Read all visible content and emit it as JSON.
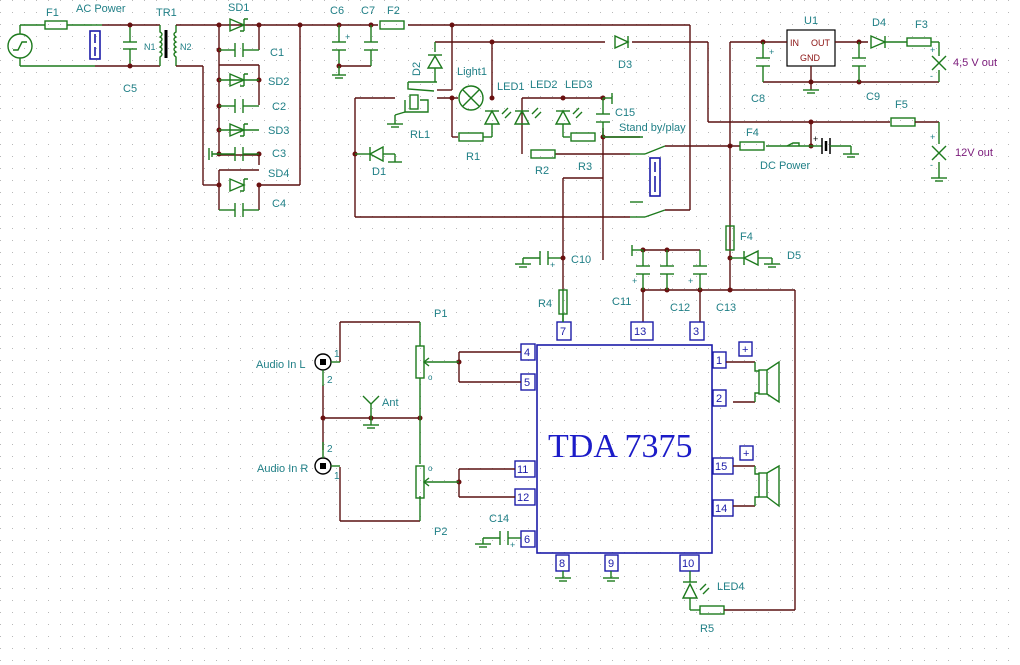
{
  "diagram": {
    "title": "TDA 7375 amplifier schematic",
    "chip_label": "TDA 7375",
    "colors": {
      "wire": "#5a1010",
      "component": "#1d7a1d",
      "label": "#1f7f86",
      "output_label": "#7a1a7a",
      "chip": "#1c1ca8"
    },
    "labels": {
      "F1": "F1",
      "AC_Power": "AC Power",
      "TR1": "TR1",
      "N1": "N1",
      "N2": "N2",
      "C5": "C5",
      "SD1": "SD1",
      "SD2": "SD2",
      "SD3": "SD3",
      "SD4": "SD4",
      "C1": "C1",
      "C2": "C2",
      "C3": "C3",
      "C4": "C4",
      "C6": "C6",
      "C7": "C7",
      "F2": "F2",
      "D2": "D2",
      "D3": "D3",
      "Light1": "Light1",
      "LED1": "LED1",
      "LED2": "LED2",
      "LED3": "LED3",
      "C15": "C15",
      "RL1": "RL1",
      "R1": "R1",
      "R2": "R2",
      "R3": "R3",
      "D1": "D1",
      "Standby": "Stand by/play",
      "U1": "U1",
      "IN": "IN",
      "OUT": "OUT",
      "GND": "GND",
      "D4": "D4",
      "F3": "F3",
      "C8": "C8",
      "C9": "C9",
      "F5": "F5",
      "F4": "F4",
      "F4b": "F4",
      "DC_Power": "DC Power",
      "out45": "4,5 V out",
      "out12": "12V out",
      "C10": "C10",
      "R4": "R4",
      "C11": "C11",
      "C12": "C12",
      "C13": "C13",
      "D5": "D5",
      "P1": "P1",
      "P2": "P2",
      "AudioL": "Audio In L",
      "AudioR": "Audio In R",
      "Ant": "Ant",
      "C14": "C14",
      "LED4": "LED4",
      "R5": "R5"
    },
    "pins": {
      "p7": "7",
      "p13": "13",
      "p3": "3",
      "p4": "4",
      "p5": "5",
      "p11": "11",
      "p12": "12",
      "p6": "6",
      "p8": "8",
      "p9": "9",
      "p10": "10",
      "p1": "1",
      "p2": "2",
      "p15": "15",
      "p14": "14",
      "plus": "+"
    },
    "jack_pins": {
      "one": "1",
      "two": "2"
    }
  }
}
